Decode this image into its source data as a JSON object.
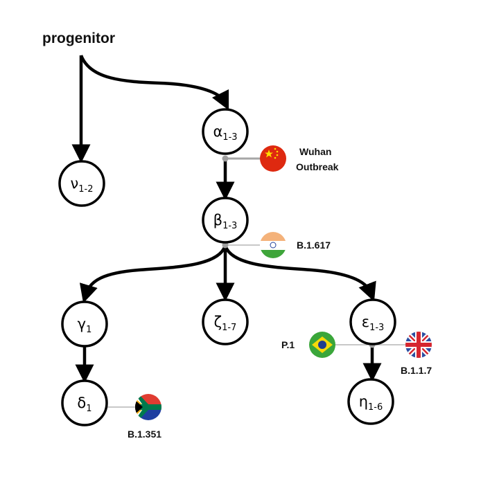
{
  "root": {
    "label": "progenitor"
  },
  "nodes": [
    {
      "id": "nu",
      "symbol": "ν",
      "sub": "1-2"
    },
    {
      "id": "alpha",
      "symbol": "α",
      "sub": "1-3"
    },
    {
      "id": "beta",
      "symbol": "β",
      "sub": "1-3"
    },
    {
      "id": "gamma",
      "symbol": "γ",
      "sub": "1"
    },
    {
      "id": "zeta",
      "symbol": "ζ",
      "sub": "1-7"
    },
    {
      "id": "epsilon",
      "symbol": "ε",
      "sub": "1-3"
    },
    {
      "id": "delta",
      "symbol": "δ",
      "sub": "1"
    },
    {
      "id": "eta",
      "symbol": "η",
      "sub": "1-6"
    }
  ],
  "edges": [
    {
      "from": "progenitor",
      "to": "nu"
    },
    {
      "from": "progenitor",
      "to": "alpha"
    },
    {
      "from": "alpha",
      "to": "beta"
    },
    {
      "from": "beta",
      "to": "gamma"
    },
    {
      "from": "beta",
      "to": "zeta"
    },
    {
      "from": "beta",
      "to": "epsilon"
    },
    {
      "from": "gamma",
      "to": "delta"
    },
    {
      "from": "epsilon",
      "to": "eta"
    }
  ],
  "annotations": [
    {
      "id": "china",
      "node": "alpha",
      "flag": "china-flag-icon",
      "label_lines": [
        "Wuhan",
        "Outbreak"
      ]
    },
    {
      "id": "india",
      "node": "beta",
      "flag": "india-flag-icon",
      "label_lines": [
        "B.1.617"
      ]
    },
    {
      "id": "brazil",
      "node": "epsilon",
      "flag": "brazil-flag-icon",
      "label_lines": [
        "P.1"
      ]
    },
    {
      "id": "uk",
      "node": "epsilon",
      "flag": "uk-flag-icon",
      "label_lines": [
        "B.1.1.7"
      ]
    },
    {
      "id": "southafrica",
      "node": "delta",
      "flag": "south-africa-flag-icon",
      "label_lines": [
        "B.1.351"
      ]
    }
  ],
  "colors": {
    "stroke": "#000000",
    "connector": "#a6a6a6",
    "dot": "#9e9e9e"
  }
}
